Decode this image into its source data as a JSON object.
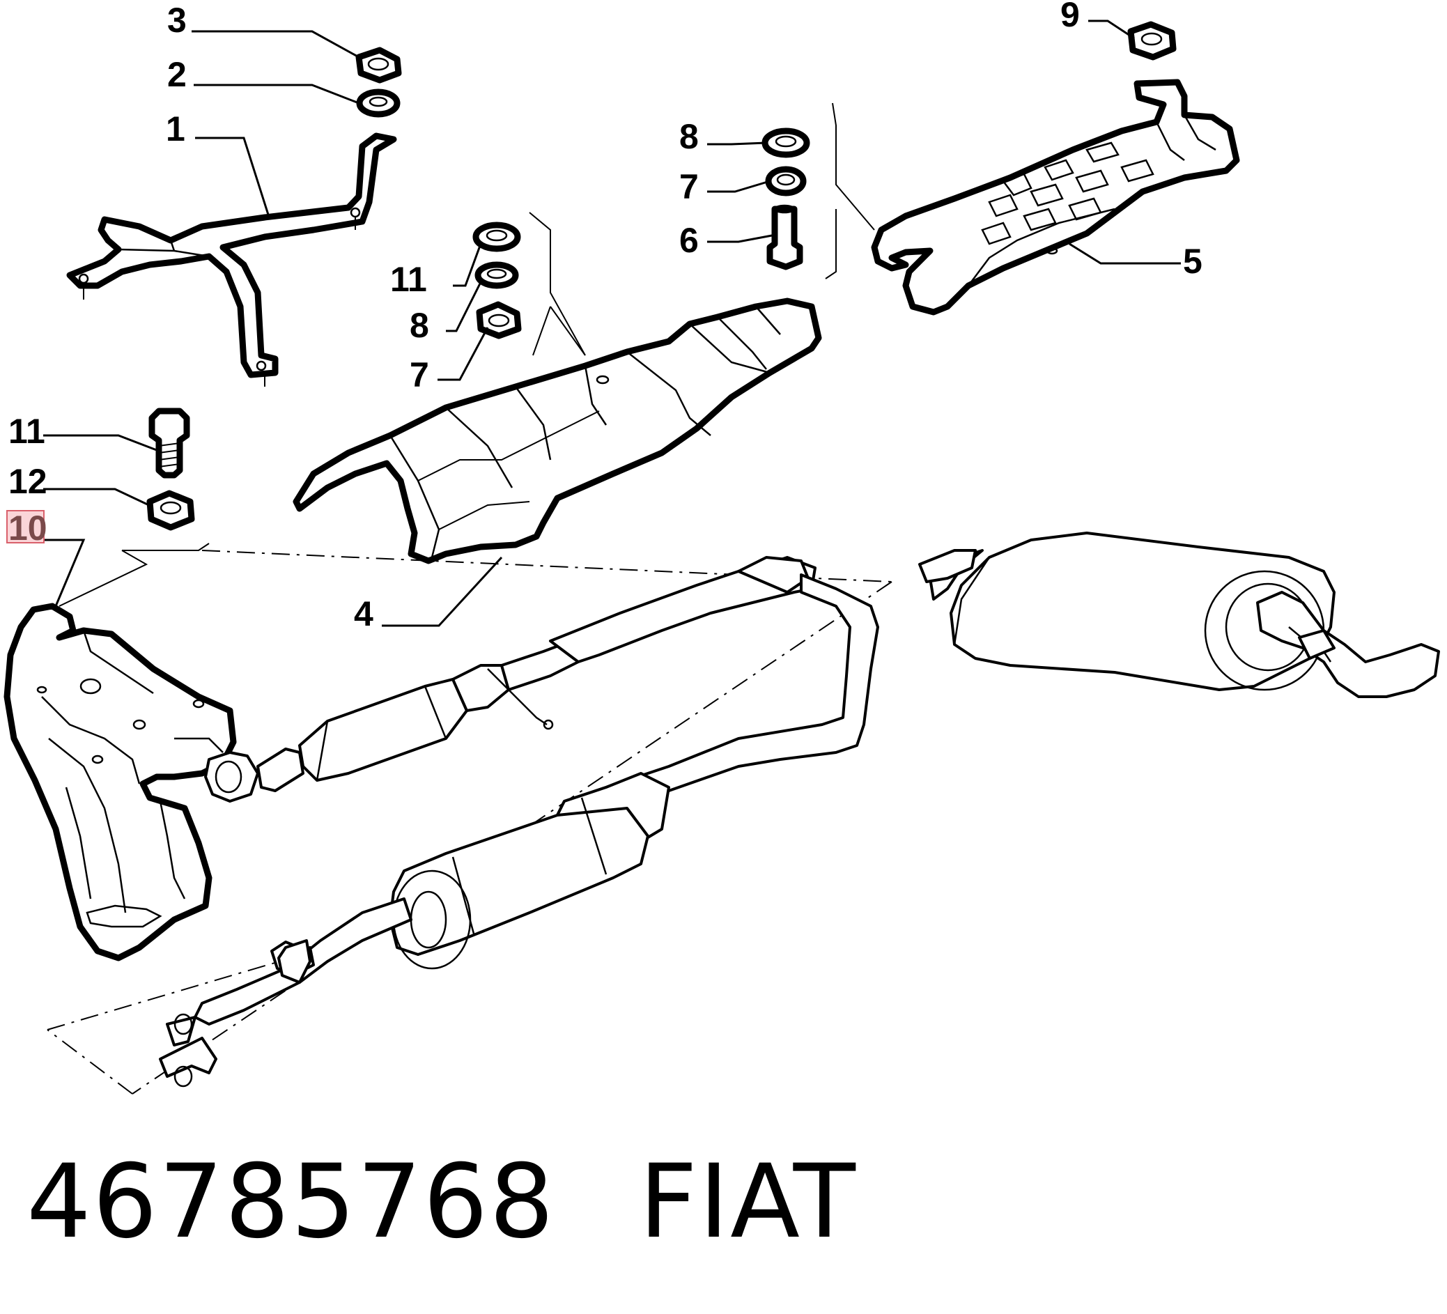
{
  "callouts": {
    "c3": "3",
    "c2": "2",
    "c1": "1",
    "c11a": "11",
    "c8a": "8",
    "c7a": "7",
    "c8b": "8",
    "c7b": "7",
    "c6": "6",
    "c9": "9",
    "c5": "5",
    "c4": "4",
    "c11b": "11",
    "c12": "12",
    "c10": "10"
  },
  "highlighted_callout": "10",
  "colors": {
    "highlight_fill": "#f6b3b8",
    "highlight_border": "#d9606b",
    "line": "#000000"
  },
  "footer": {
    "part_number": "46785768",
    "brand": "FIAT"
  }
}
